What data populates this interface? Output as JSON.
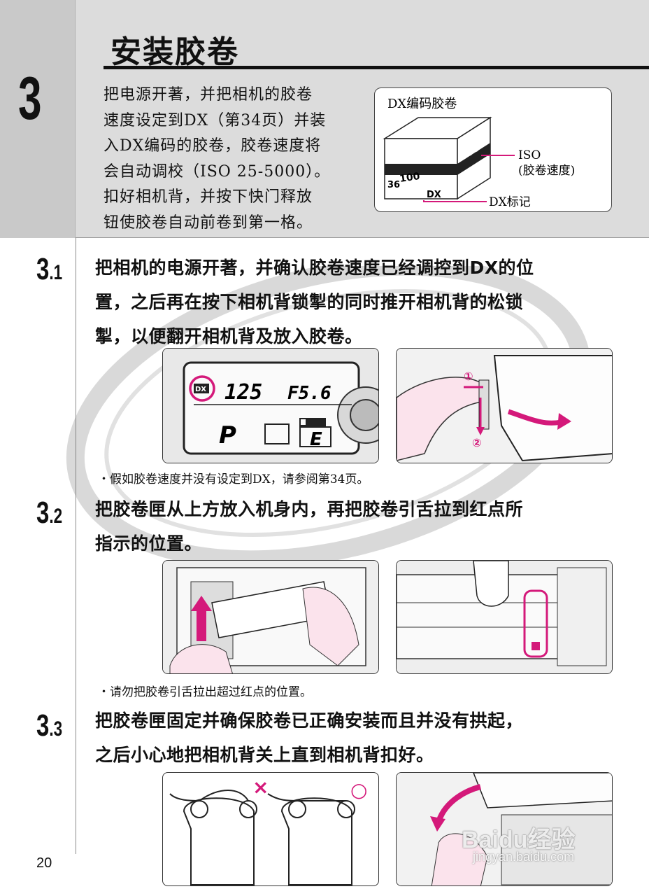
{
  "header": {
    "chapter_number": "3",
    "title": "安装胶卷",
    "intro_lines": [
      "把电源开著，并把相机的胶卷",
      "速度设定到DX（第34页）并装",
      "入DX编码的胶卷，胶卷速度将",
      "会自动调校（ISO 25-5000）。",
      "扣好相机背，并按下快门释放",
      "钮使胶卷自动前卷到第一格。"
    ]
  },
  "dx_box": {
    "label": "DX编码胶卷",
    "iso_label": "ISO",
    "iso_sub": "(胶卷速度)",
    "dx_mark_label": "DX标记",
    "film_speed": "100",
    "exposures": "36"
  },
  "steps": [
    {
      "major": "3",
      "minor": ".1",
      "lines": [
        "把相机的电源开著，并确认胶卷速度已经调控到DX的位",
        "置，之后再在按下相机背锁掣的同时推开相机背的松锁",
        "掣，以便翻开相机背及放入胶卷。"
      ],
      "note": "・假如胶卷速度并没有设定到DX，请参阅第34页。",
      "lcd": {
        "dx": "DX",
        "shutter": "125",
        "aperture": "F5.6",
        "mode": "P",
        "exposure": "E"
      },
      "markers": [
        "①",
        "②"
      ]
    },
    {
      "major": "3",
      "minor": ".2",
      "lines": [
        "把胶卷匣从上方放入机身内，再把胶卷引舌拉到红点所",
        "指示的位置。"
      ],
      "note": "・请勿把胶卷引舌拉出超过红点的位置。"
    },
    {
      "major": "3",
      "minor": ".3",
      "lines": [
        "把胶卷匣固定并确保胶卷已正确安装而且并没有拱起，",
        "之后小心地把相机背关上直到相机背扣好。"
      ],
      "wrong_mark": "×",
      "right_mark": "○"
    }
  ],
  "page_number": "20",
  "watermark": {
    "brand": "Baidu经验",
    "url": "jingyan.baidu.com"
  },
  "colors": {
    "accent": "#d4197a",
    "band": "#dcdcdc",
    "chapter_col": "#c9c9c9"
  }
}
